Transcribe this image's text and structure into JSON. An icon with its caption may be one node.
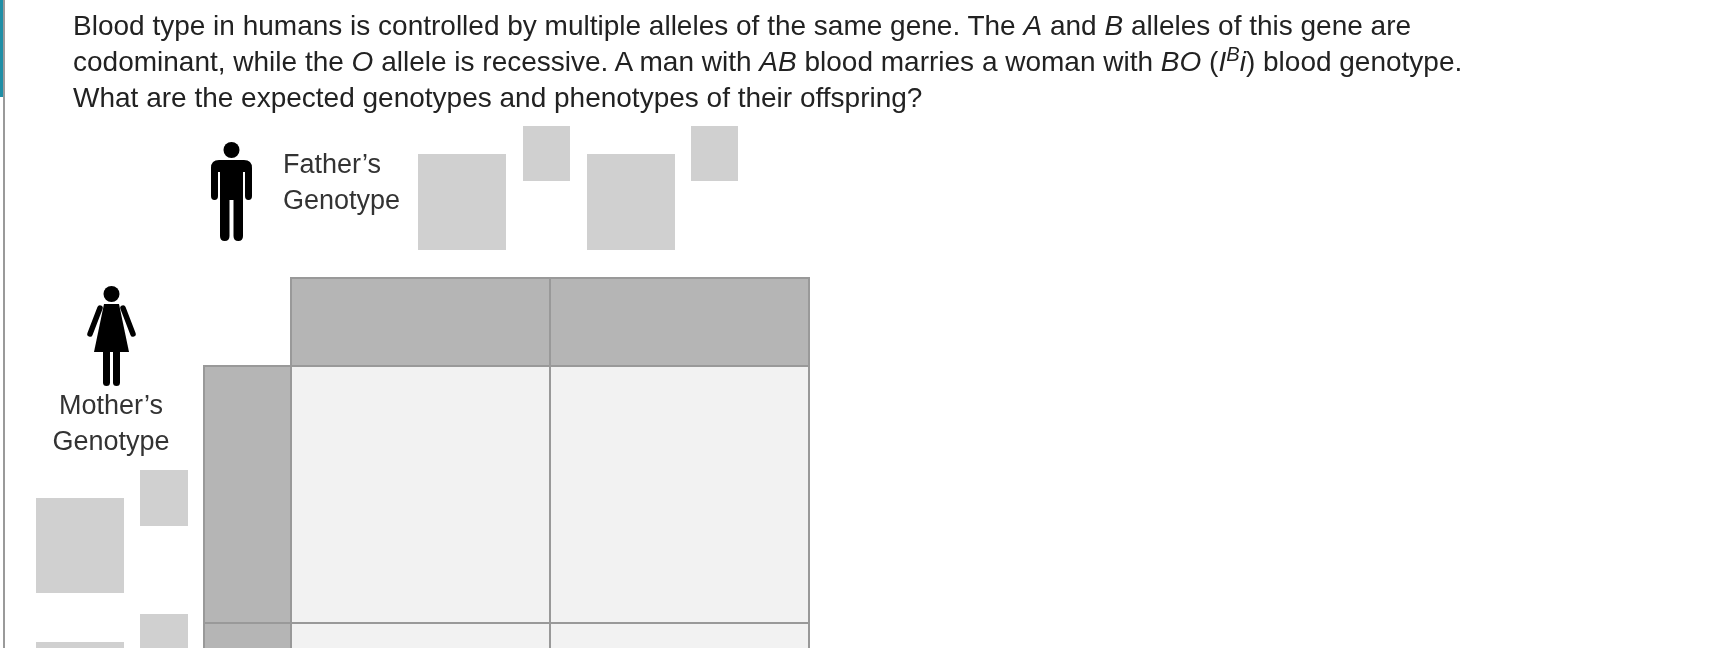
{
  "diagram": {
    "title": "Blood type in humans is controlled by multiple alleles of the same gene. The *A* and *B* alleles of this gene are codominant, while the *O* allele is recessive. A man with *AB* blood marries a woman with *BO* (*I*$^{B}$*i*) blood genotype. What are the expected genotypes and phenotypes of their offspring?",
    "labels": [
      "Father’s Genotype",
      "Mother’s Genotype"
    ]
  }
}
